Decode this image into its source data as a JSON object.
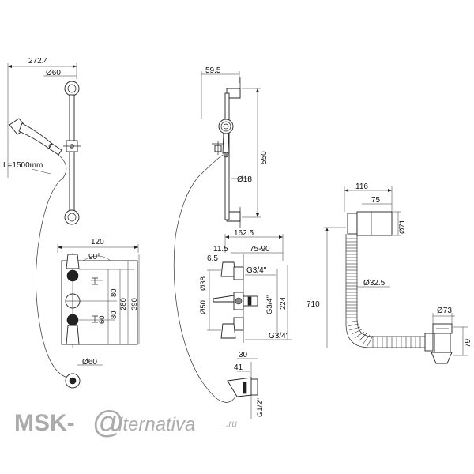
{
  "diagram": {
    "shower_front": {
      "dim_width": "272.4",
      "dim_bracket_dia": "Ø60",
      "dim_hose": "L=1500mm",
      "dim_valve_width": "120",
      "dim_angle_top": "90°",
      "dim_angle_bottom": "90",
      "dim_80_top": "80",
      "dim_80_mid": "80",
      "dim_60": "60",
      "dim_280": "280",
      "dim_390": "390",
      "dim_outlet_dia": "Ø60"
    },
    "shower_side": {
      "dim_offset": "59.5",
      "dim_rail_height": "550",
      "dim_rail_dia": "Ø18",
      "dim_depth": "162.5",
      "dim_11_5": "11.5",
      "dim_75_90": "75-90",
      "dim_6_5": "6.5",
      "dim_g34_top": "G3/4\"",
      "dim_dia38": "Ø38",
      "dim_dia50": "Ø50",
      "dim_g34_mid": "G3/4\"",
      "dim_224": "224",
      "dim_g34_bottom": "G3/4\"",
      "dim_30": "30",
      "dim_41": "41",
      "dim_g12": "G1/2\""
    },
    "bath_filler": {
      "dim_116": "116",
      "dim_75": "75",
      "dim_dia71": "Ø71",
      "dim_710": "710",
      "dim_dia32_5": "Ø32.5",
      "dim_dia73": "Ø73",
      "dim_79": "79"
    }
  },
  "watermark": {
    "prefix": "MSK-",
    "at": "@",
    "suffix": "lternativa",
    "tld": ".ru"
  }
}
